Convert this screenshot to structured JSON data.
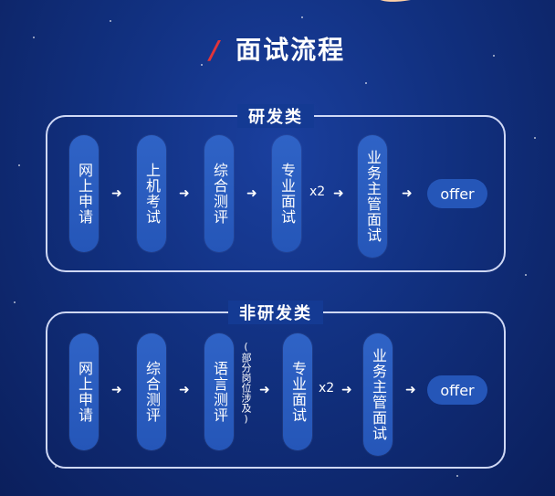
{
  "title": "面试流程",
  "title_marker": "/",
  "sections": [
    {
      "label": "研发类",
      "steps": [
        "网上申请",
        "上机考试",
        "综合测评",
        "专业面试",
        "业务主管面试"
      ],
      "repeat_label": "x2",
      "offer_label": "offer"
    },
    {
      "label": "非研发类",
      "steps": [
        "网上申请",
        "综合测评",
        "语言测评",
        "专业面试",
        "业务主管面试"
      ],
      "note": "(部分岗位涉及)",
      "repeat_label": "x2",
      "offer_label": "offer"
    }
  ],
  "arrow_symbol": "➜",
  "colors": {
    "background": "#11307f",
    "pill": "#2556b8",
    "accent": "#e2343a",
    "border": "#cfd8f5"
  }
}
